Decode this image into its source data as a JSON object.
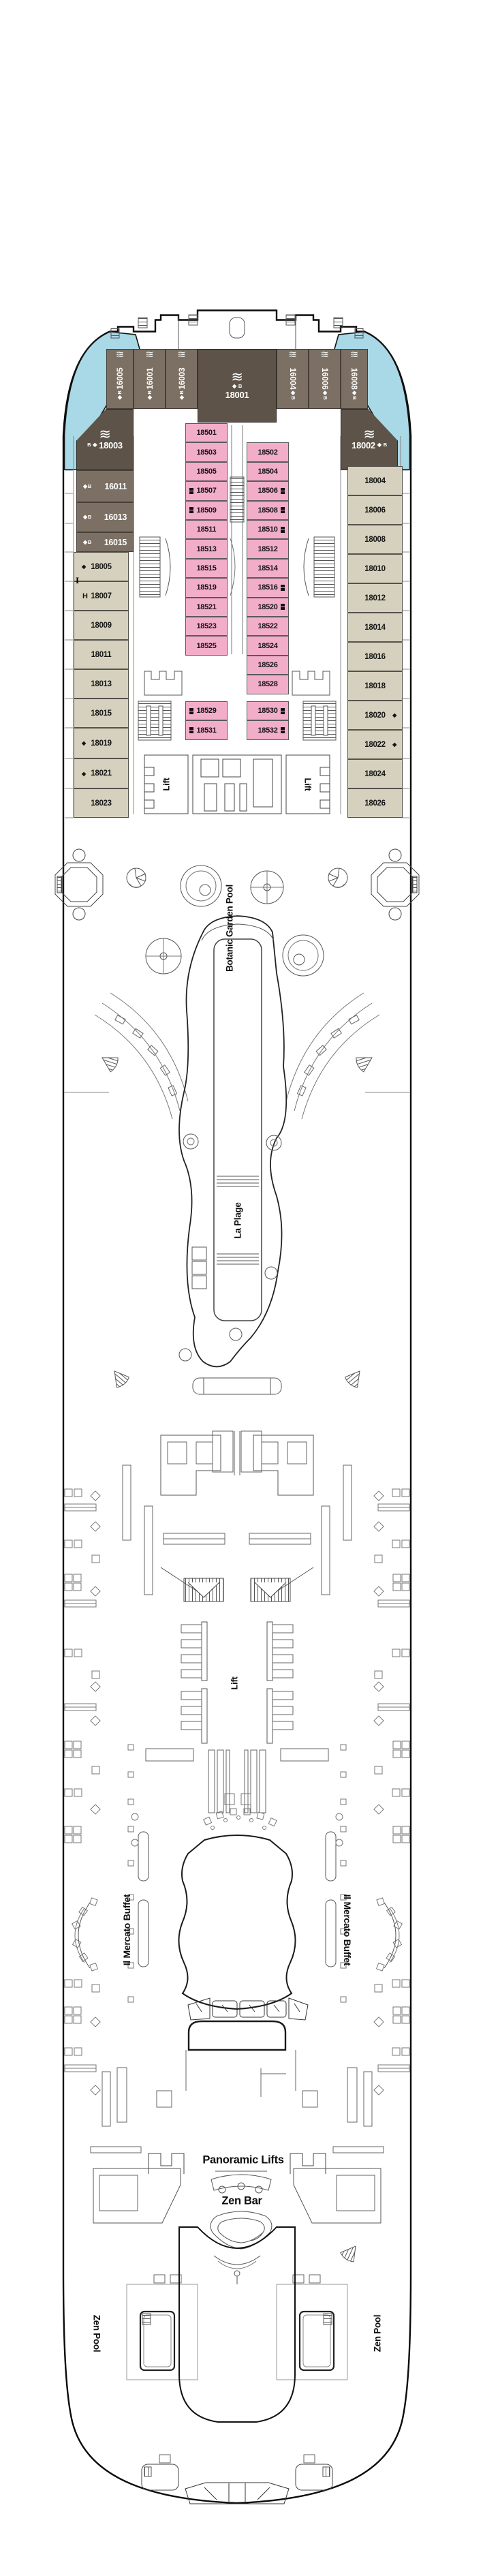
{
  "labels": {
    "botanic_garden_pool": "Botanic Garden Pool",
    "la_plage": "La Plage",
    "lift": "Lift",
    "il_mercato_buffet": "Il Mercato Buffet",
    "panoramic_lifts": "Panoramic Lifts",
    "zen_bar": "Zen Bar",
    "zen_pool": "Zen Pool"
  },
  "icons": {
    "wave": "≋",
    "diamond": "◆",
    "b": "B",
    "interconnecting": "I",
    "hearing": "H"
  },
  "colors": {
    "suite_dark": "#5d5348",
    "suite_taupe": "#7b7063",
    "cabin_beige": "#d5d1be",
    "cabin_pink": "#f2adc8",
    "sea_cyan": "#a9d8e6"
  },
  "cabins": {
    "duplex_left": [
      "16005",
      "16001",
      "16003"
    ],
    "duplex_right": [
      "16004",
      "16006",
      "16008"
    ],
    "duplex_lower_left": [
      "16011",
      "16013",
      "16015"
    ],
    "suite_center": "18001",
    "suite_port": "18003",
    "suite_starboard": "18002",
    "left_column": [
      "18005",
      "18007",
      "18009",
      "18011",
      "18013",
      "18015",
      "18019",
      "18021",
      "18023"
    ],
    "right_column": [
      "18004",
      "18006",
      "18008",
      "18010",
      "18012",
      "18014",
      "18016",
      "18018",
      "18020",
      "18022",
      "18024",
      "18026"
    ],
    "pink_left": [
      "18501",
      "18503",
      "18505",
      "18507",
      "18509",
      "18511",
      "18513",
      "18515",
      "18519",
      "18521",
      "18523",
      "18525",
      "18529",
      "18531"
    ],
    "pink_right": [
      "18502",
      "18504",
      "18506",
      "18508",
      "18510",
      "18512",
      "18514",
      "18516",
      "18520",
      "18522",
      "18524",
      "18526",
      "18528",
      "18530",
      "18532"
    ]
  }
}
